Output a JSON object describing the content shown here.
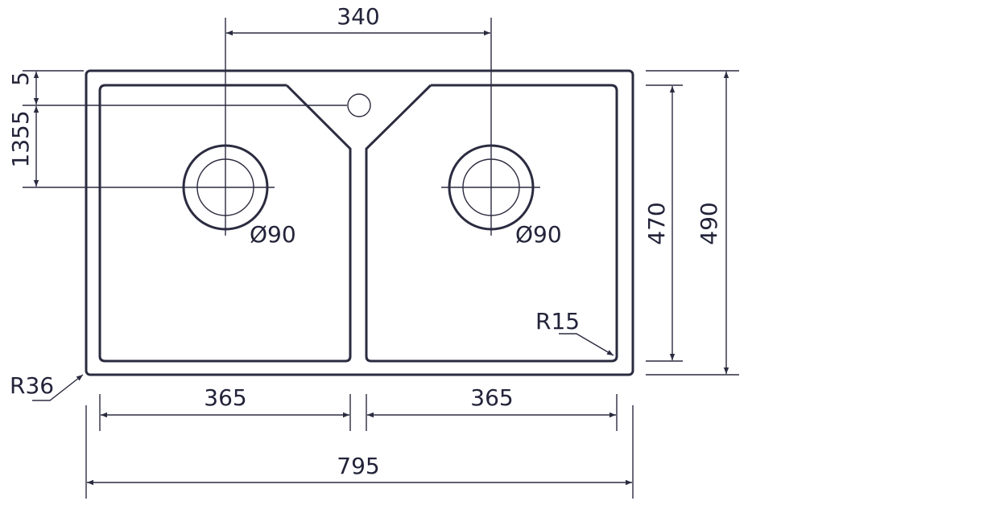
{
  "drawing": {
    "colors": {
      "line": "#2b2b40",
      "text": "#23233a",
      "background": "#ffffff"
    },
    "dimensions": {
      "drain_spacing": "340",
      "top_offset": "5",
      "drain_offset": "1355",
      "drain_diameter_left": "Ø90",
      "drain_diameter_right": "Ø90",
      "bowl_height": "470",
      "overall_height": "490",
      "inner_radius": "R15",
      "outer_radius": "R36",
      "bowl_width_left": "365",
      "bowl_width_right": "365",
      "overall_width": "795"
    }
  }
}
